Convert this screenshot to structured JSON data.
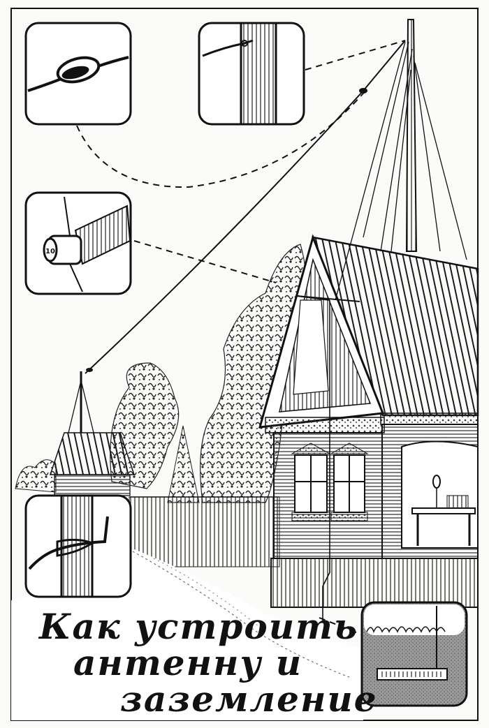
{
  "title_lines": [
    "Как устроить",
    "антенну и",
    "заземление"
  ],
  "insets": [
    {
      "name": "insulator-inset",
      "icon": "egg-insulator-icon"
    },
    {
      "name": "mast-fastening-inset",
      "icon": "wire-to-pole-icon"
    },
    {
      "name": "lead-in-tube-inset",
      "icon": "wall-bushing-icon",
      "label": "10"
    },
    {
      "name": "pole-tie-inset",
      "icon": "wire-knot-icon"
    },
    {
      "name": "grounding-inset",
      "icon": "ground-plate-icon"
    }
  ],
  "colors": {
    "ink": "#111111",
    "paper": "#fbfbfa"
  }
}
